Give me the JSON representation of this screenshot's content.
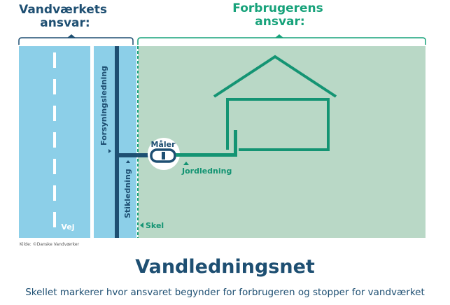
{
  "headings": {
    "utility": [
      "Vandværkets",
      "ansvar:"
    ],
    "consumer": [
      "Forbrugerens",
      "ansvar:"
    ]
  },
  "labels": {
    "road": "Vej",
    "supply_line": "Forsyningsledning",
    "service_line": "Stikledning",
    "meter": "Måler",
    "ground_line": "Jordledning",
    "boundary": "Skel",
    "source": "Kilde: ©Danske Vandværker"
  },
  "caption": {
    "title": "Vandledningsnet",
    "subtitle": "Skellet markerer hvor ansvaret begynder for forbrugeren og stopper for vandværket"
  },
  "colors": {
    "utility_text": "#1e4f72",
    "consumer_text": "#17a27a",
    "road_blue": "#8ccfe8",
    "consumer_green": "#b9d8c6",
    "pipe_dark": "#1e4f72",
    "pipe_green": "#149473"
  }
}
